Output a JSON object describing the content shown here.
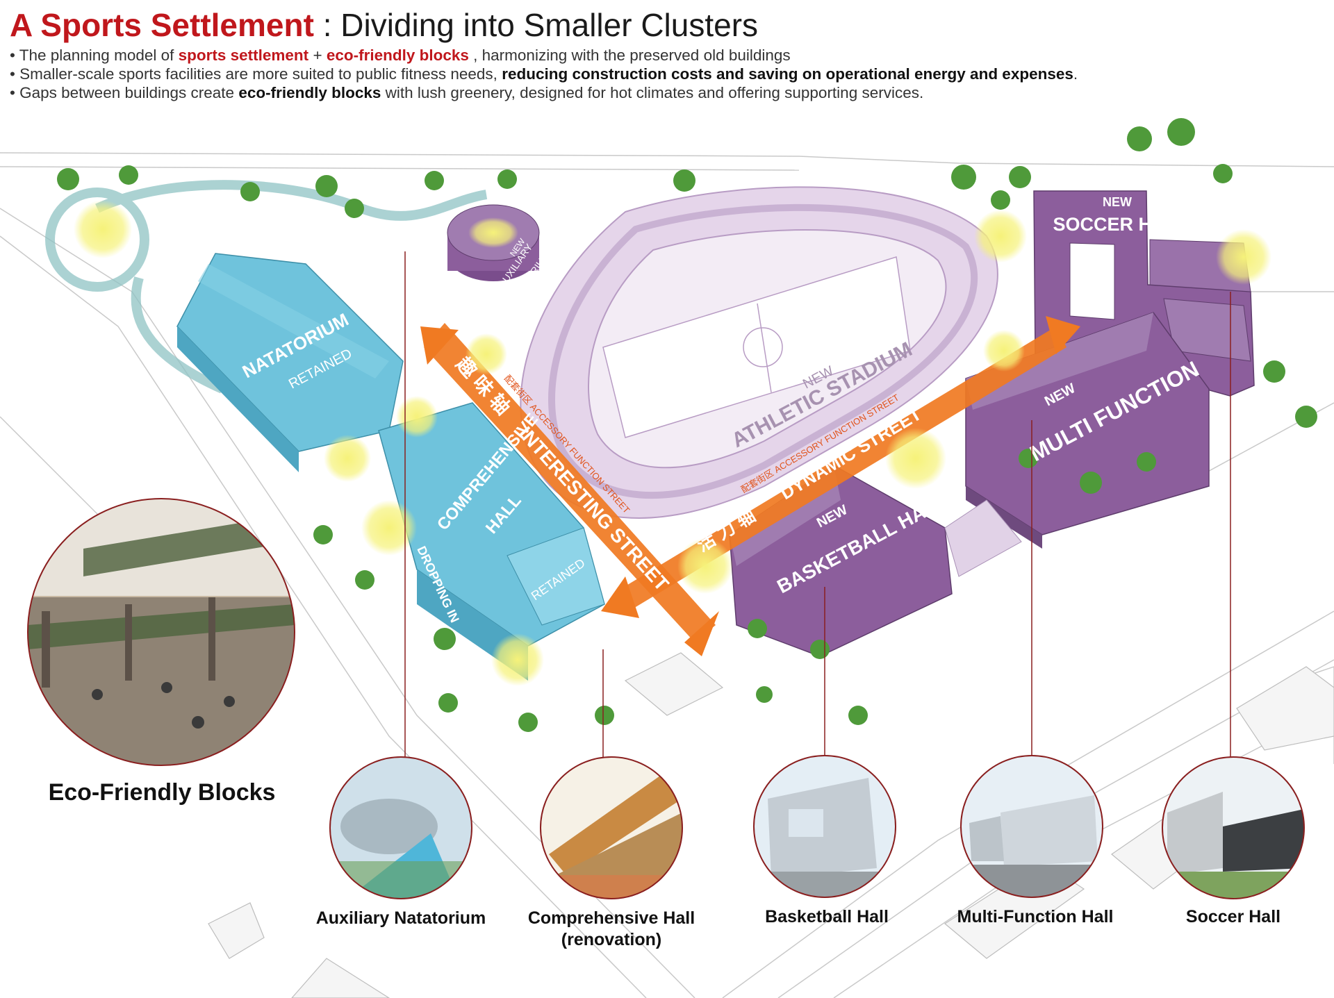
{
  "header": {
    "title_highlight": "A Sports Settlement",
    "title_rest": " : Dividing into Smaller Clusters",
    "bullets": [
      {
        "pre": "• The planning model of ",
        "em1": "sports settlement",
        "mid": " + ",
        "em2": "eco-friendly blocks",
        "post": " , harmonizing with the preserved old buildings"
      },
      {
        "pre": "• Smaller-scale sports facilities are more suited to public fitness needs,  ",
        "bold": "reducing construction costs and saving on operational energy and expenses",
        "post": "."
      },
      {
        "pre": "• Gaps between buildings create ",
        "bold": "eco-friendly blocks",
        "post": " with lush greenery, designed for hot climates and offering supporting services."
      }
    ]
  },
  "plan_labels": {
    "natatorium": "NATATORIUM",
    "natatorium_retained": "RETAINED",
    "comprehensive_1": "COMPREHENSIVE",
    "comprehensive_2": "HALL",
    "comprehensive_retained": "RETAINED",
    "dropping_in": "DROPPING IN",
    "aux_nat_1": "AUXILIARY",
    "aux_nat_2": "NATATORIUM",
    "aux_nat_new": "NEW",
    "stadium_new": "NEW",
    "stadium": "ATHLETIC STADIUM",
    "soccer_new": "NEW",
    "soccer": "SOCCER HALL",
    "multi_new": "NEW",
    "multi": "MULTI FUNCTION",
    "basketball_new": "NEW",
    "basketball": "BASKETBALL HALL",
    "interesting_street": "INTERESTING STREET",
    "interesting_cn": "趣 味 轴",
    "accessory_1": "配套街区 ACCESSORY FUNCTION STREET",
    "dynamic_street": "DYNAMIC STREET",
    "dynamic_cn": "活 力 轴",
    "accessory_2": "配套街区 ACCESSORY FUNCTION STREET"
  },
  "eco_caption": "Eco-Friendly Blocks",
  "captions": {
    "auxiliary_natatorium": "Auxiliary Natatorium",
    "comprehensive_hall_1": "Comprehensive Hall",
    "comprehensive_hall_2": "(renovation)",
    "basketball_hall": "Basketball Hall",
    "multi_function_hall": "Multi-Function Hall",
    "soccer_hall": "Soccer Hall"
  },
  "colors": {
    "title_red": "#c0171c",
    "retained_blue": "#6fc3dc",
    "new_purple": "#8c5e9c",
    "stadium_lilac": "#e5d5ea",
    "axis_orange": "#f07a22",
    "callout_red": "#8a1f1f",
    "green_glow": "#f4f06a"
  }
}
